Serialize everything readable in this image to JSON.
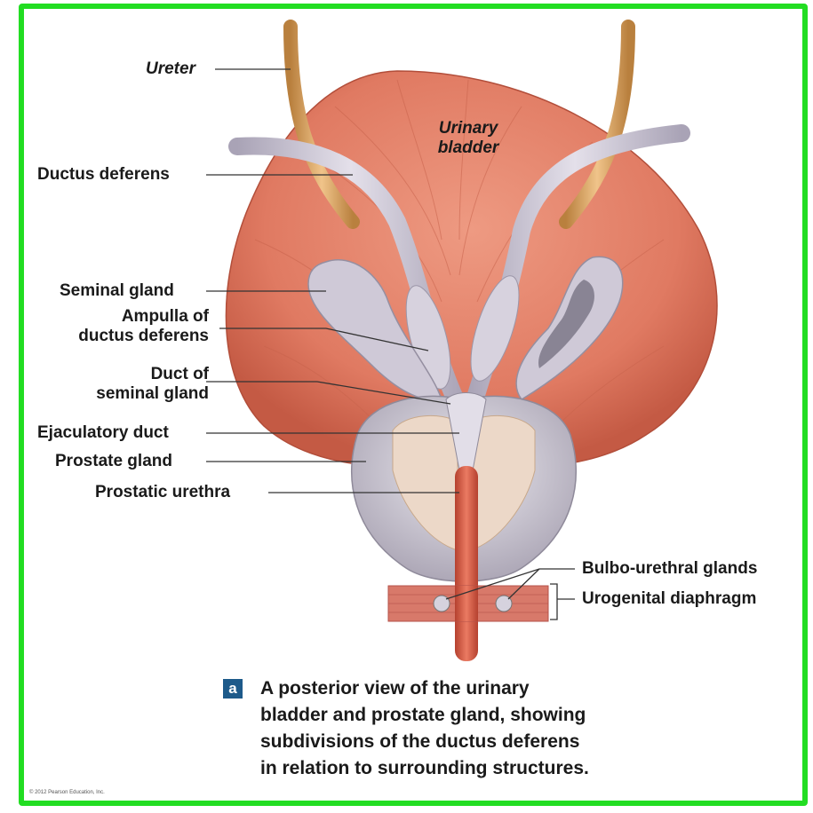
{
  "labels": {
    "ureter": "Ureter",
    "urinary_bladder": [
      "Urinary",
      "bladder"
    ],
    "ductus_deferens": "Ductus deferens",
    "seminal_gland": "Seminal gland",
    "ampulla": [
      "Ampulla of",
      "ductus deferens"
    ],
    "duct_of_seminal_gland": [
      "Duct of",
      "seminal gland"
    ],
    "ejaculatory_duct": "Ejaculatory duct",
    "prostate_gland": "Prostate gland",
    "prostatic_urethra": "Prostatic urethra",
    "bulbo_urethral_glands": "Bulbo-urethral glands",
    "urogenital_diaphragm": "Urogenital diaphragm"
  },
  "caption": {
    "badge": "a",
    "lines": [
      "A posterior view of the urinary",
      "bladder and prostate gland, showing",
      "subdivisions of the ductus deferens",
      "in relation to surrounding structures."
    ]
  },
  "copyright": "© 2012 Pearson Education, Inc.",
  "colors": {
    "frame": "#22dd22",
    "bladder": "#e07a62",
    "ureter": "#d9a062",
    "ductus": "#c9c4d2",
    "prostate": "#c8c4cc",
    "urethra": "#d85c4a",
    "caption_badge": "#1d5a8a"
  }
}
